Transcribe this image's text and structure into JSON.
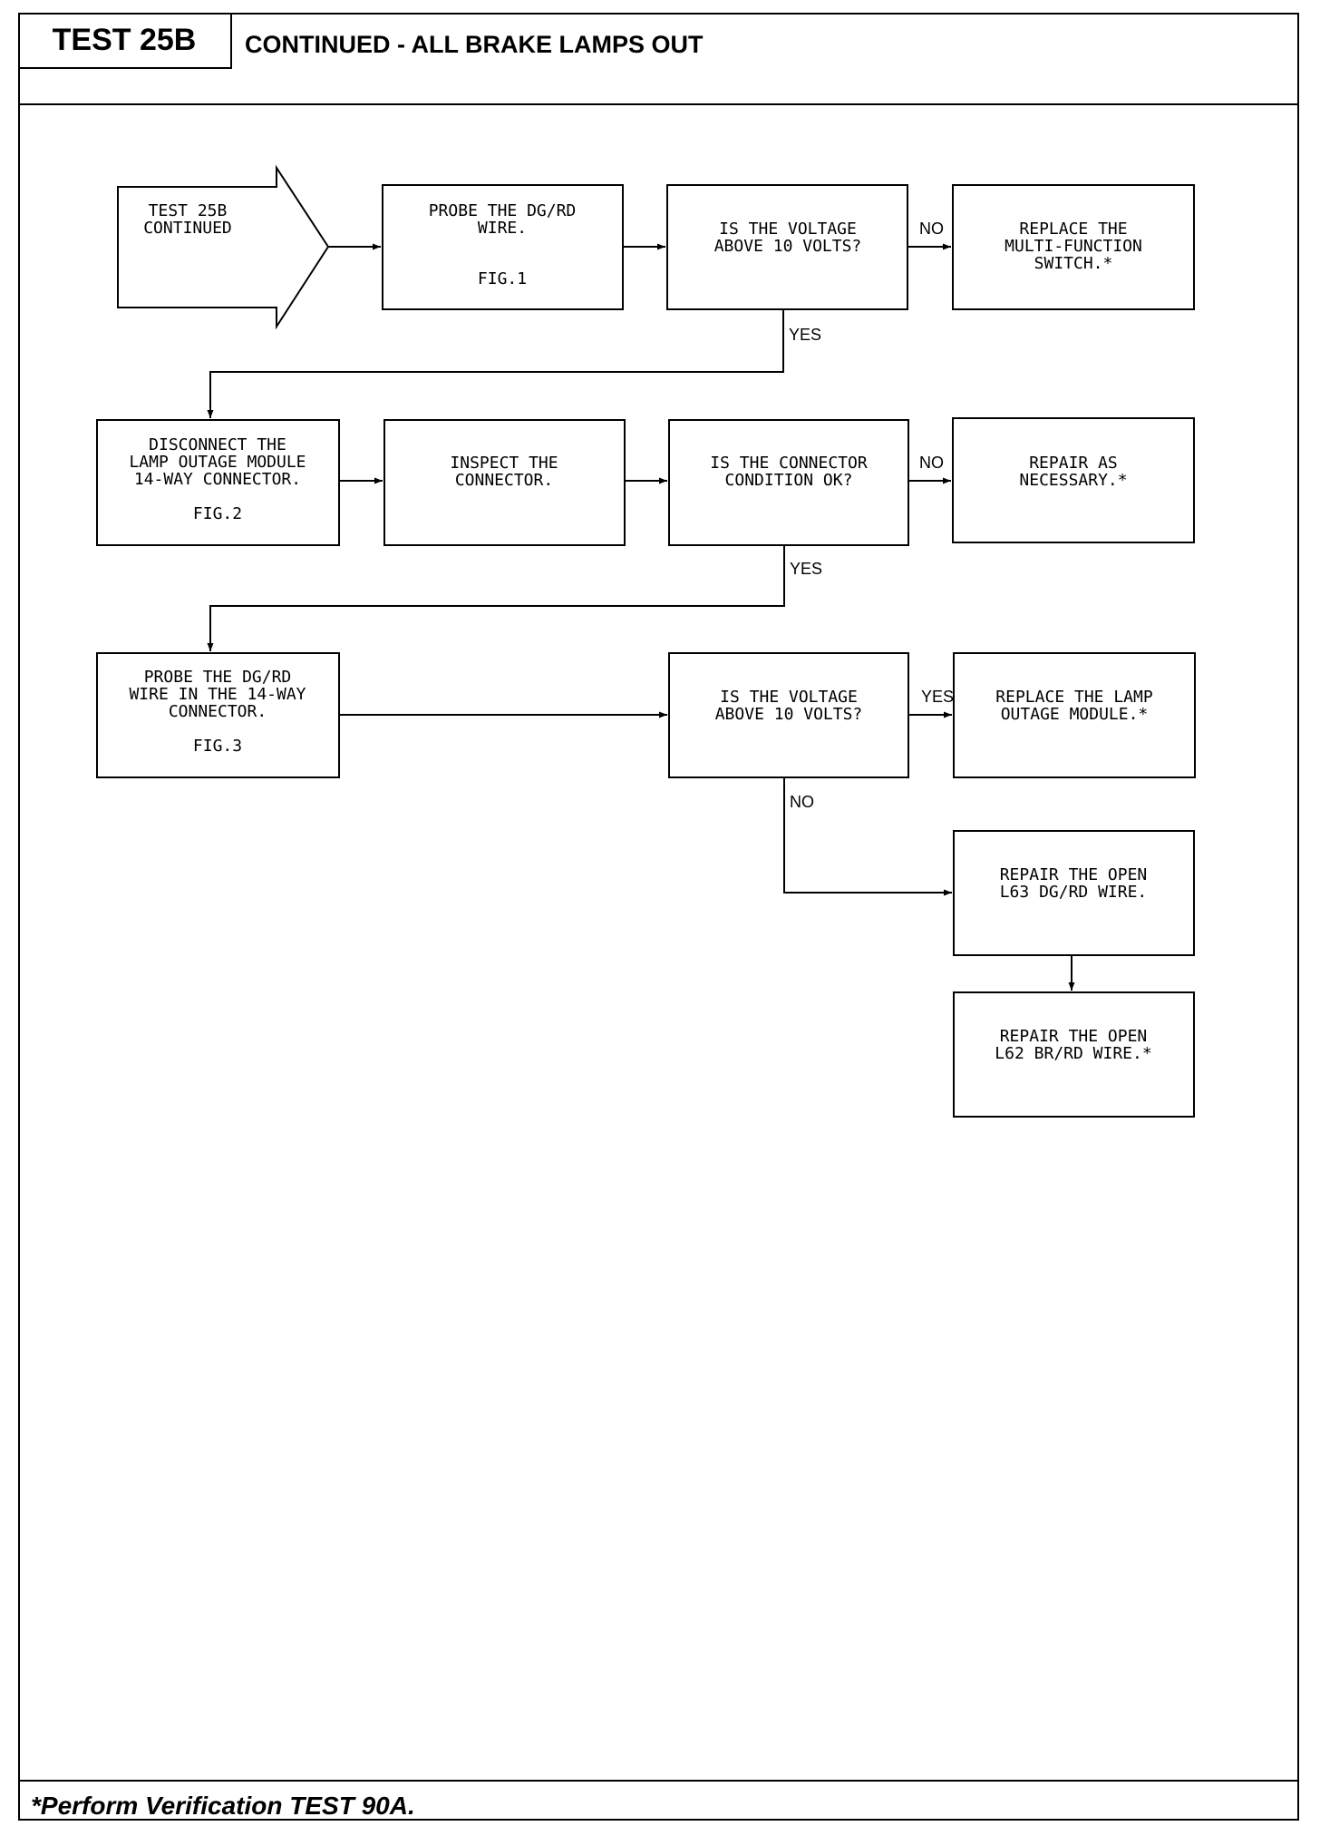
{
  "header": {
    "test_id": "TEST 25B",
    "title": "CONTINUED - ALL BRAKE LAMPS OUT"
  },
  "footer": {
    "note": "*Perform Verification TEST 90A."
  },
  "nodes": {
    "start": {
      "lines": [
        "TEST 25B",
        "CONTINUED"
      ]
    },
    "probe_dgrd": {
      "lines": [
        "PROBE THE DG/RD",
        "WIRE."
      ],
      "fig": "FIG.1"
    },
    "voltage_check_1": {
      "lines": [
        "IS THE VOLTAGE",
        "ABOVE 10 VOLTS?"
      ]
    },
    "replace_mfs": {
      "lines": [
        "REPLACE THE",
        "MULTI-FUNCTION",
        "SWITCH.*"
      ]
    },
    "disconnect_lom": {
      "lines": [
        "DISCONNECT THE",
        "LAMP OUTAGE MODULE",
        "14-WAY CONNECTOR."
      ],
      "fig": "FIG.2"
    },
    "inspect_connector": {
      "lines": [
        "INSPECT THE",
        "CONNECTOR."
      ]
    },
    "connector_check": {
      "lines": [
        "IS THE CONNECTOR",
        "CONDITION OK?"
      ]
    },
    "repair_necessary": {
      "lines": [
        "REPAIR AS",
        "NECESSARY.*"
      ]
    },
    "probe_14way": {
      "lines": [
        "PROBE THE DG/RD",
        "WIRE IN THE 14-WAY",
        "CONNECTOR."
      ],
      "fig": "FIG.3"
    },
    "voltage_check_2": {
      "lines": [
        "IS THE VOLTAGE",
        "ABOVE 10 VOLTS?"
      ]
    },
    "replace_lom": {
      "lines": [
        "REPLACE THE LAMP",
        "OUTAGE MODULE.*"
      ]
    },
    "repair_l63": {
      "lines": [
        "REPAIR THE OPEN",
        "L63 DG/RD WIRE."
      ]
    },
    "repair_l62": {
      "lines": [
        "REPAIR THE OPEN",
        "L62 BR/RD WIRE.*"
      ]
    }
  },
  "edge_labels": {
    "no_1": "NO",
    "yes_1": "YES",
    "no_2": "NO",
    "yes_2": "YES",
    "yes_3": "YES",
    "no_3": "NO"
  }
}
